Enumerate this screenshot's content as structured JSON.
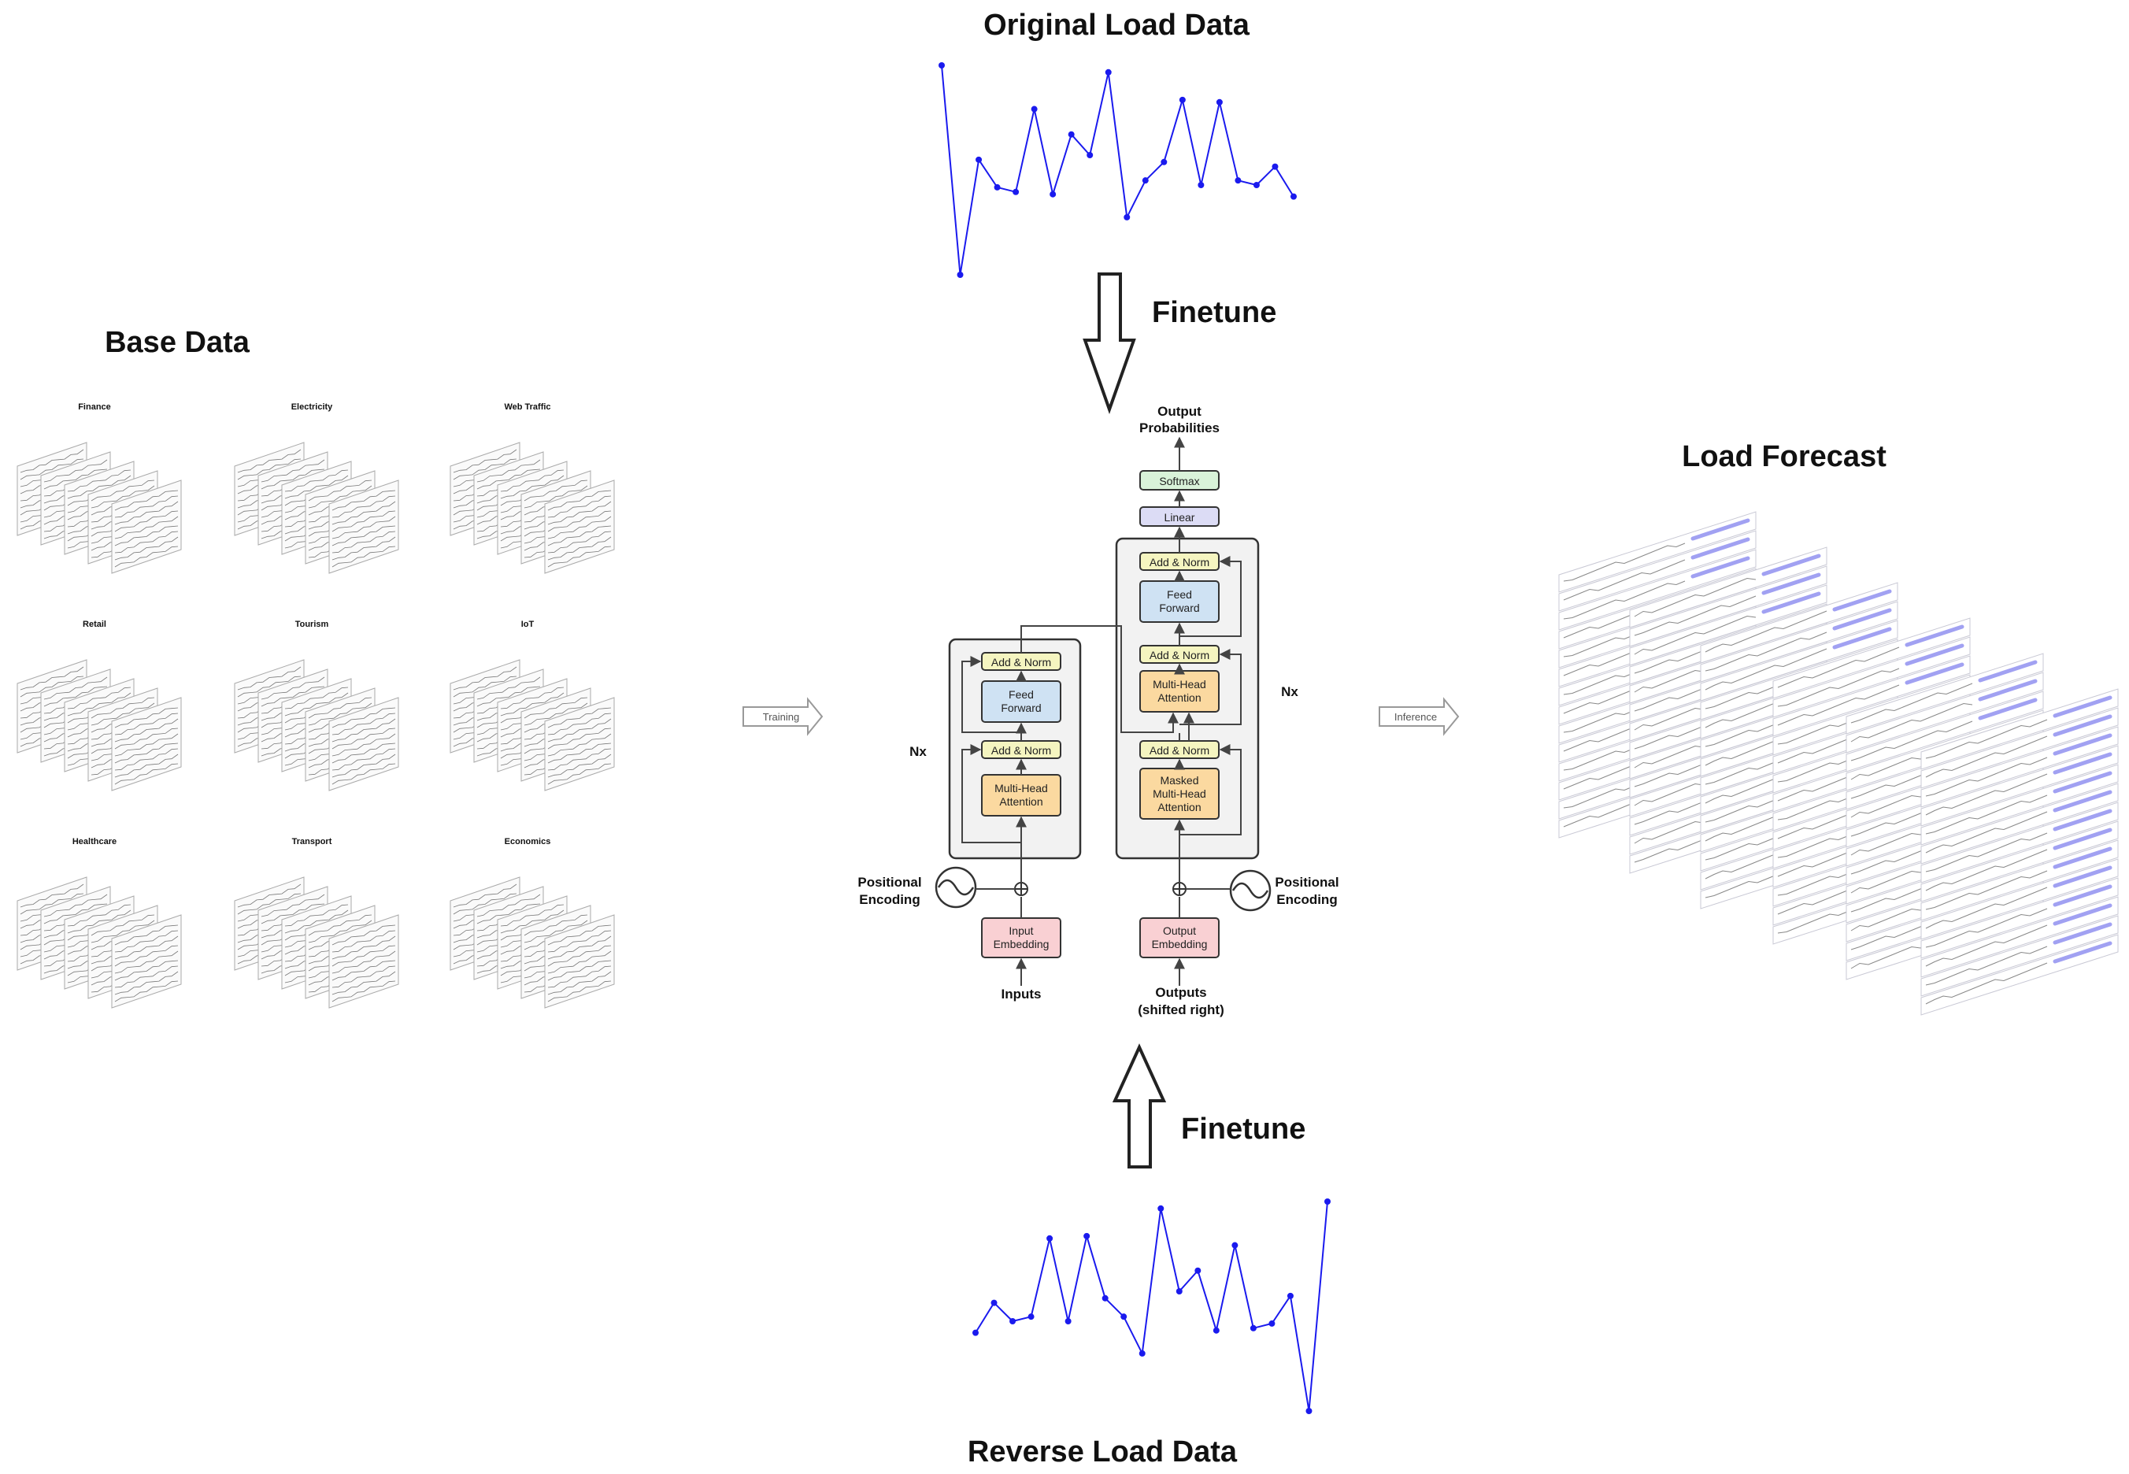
{
  "titles": {
    "original": "Original Load Data",
    "reverse": "Reverse Load Data",
    "base": "Base Data",
    "forecast": "Load Forecast",
    "finetune_top": "Finetune",
    "finetune_bottom": "Finetune"
  },
  "base_datasets": [
    "Finance",
    "Electricity",
    "Web Traffic",
    "Retail",
    "Tourism",
    "IoT",
    "Healthcare",
    "Transport",
    "Economics"
  ],
  "flow_arrows": {
    "training": "Training",
    "inference": "Inference"
  },
  "transformer": {
    "output_probabilities": [
      "Output",
      "Probabilities"
    ],
    "softmax": "Softmax",
    "linear": "Linear",
    "add_norm": "Add & Norm",
    "feed_forward": [
      "Feed",
      "Forward"
    ],
    "multi_head_attention": [
      "Multi-Head",
      "Attention"
    ],
    "masked_attention": [
      "Masked",
      "Multi-Head",
      "Attention"
    ],
    "input_embedding": [
      "Input",
      "Embedding"
    ],
    "output_embedding": [
      "Output",
      "Embedding"
    ],
    "positional_encoding": [
      "Positional",
      "Encoding"
    ],
    "inputs": "Inputs",
    "outputs": [
      "Outputs",
      "(shifted right)"
    ],
    "nx": "Nx"
  },
  "colors": {
    "series": "#1a1aee",
    "add_norm": "#f5f5c0",
    "feed_forward": "#cfe2f3",
    "attention": "#fbd9a0",
    "embedding": "#f9d0d3",
    "softmax": "#d9f2d9",
    "linear": "#dcdcf5"
  },
  "chart_data": [
    {
      "type": "line",
      "x": [
        1,
        2,
        3,
        4,
        5,
        6,
        7,
        8,
        9,
        10,
        11,
        12,
        13,
        14,
        15,
        16,
        17,
        18,
        19,
        20
      ],
      "series": [
        {
          "values": [
            0.0,
            -0.91,
            -0.41,
            -0.53,
            -0.55,
            -0.19,
            -0.56,
            -0.3,
            -0.39,
            -0.03,
            -0.66,
            -0.5,
            -0.42,
            -0.15,
            -0.52,
            -0.16,
            -0.5,
            -0.52,
            -0.44,
            -0.57
          ]
        }
      ]
    },
    {
      "type": "line",
      "x": [
        1,
        2,
        3,
        4,
        5,
        6,
        7,
        8,
        9,
        10,
        11,
        12,
        13,
        14,
        15,
        16,
        17,
        18,
        19,
        20
      ],
      "series": [
        {
          "values": [
            -0.57,
            -0.44,
            -0.52,
            -0.5,
            -0.16,
            -0.52,
            -0.15,
            -0.42,
            -0.5,
            -0.66,
            -0.03,
            -0.39,
            -0.3,
            -0.56,
            -0.19,
            -0.55,
            -0.53,
            -0.41,
            -0.91,
            0.0
          ]
        }
      ]
    }
  ]
}
